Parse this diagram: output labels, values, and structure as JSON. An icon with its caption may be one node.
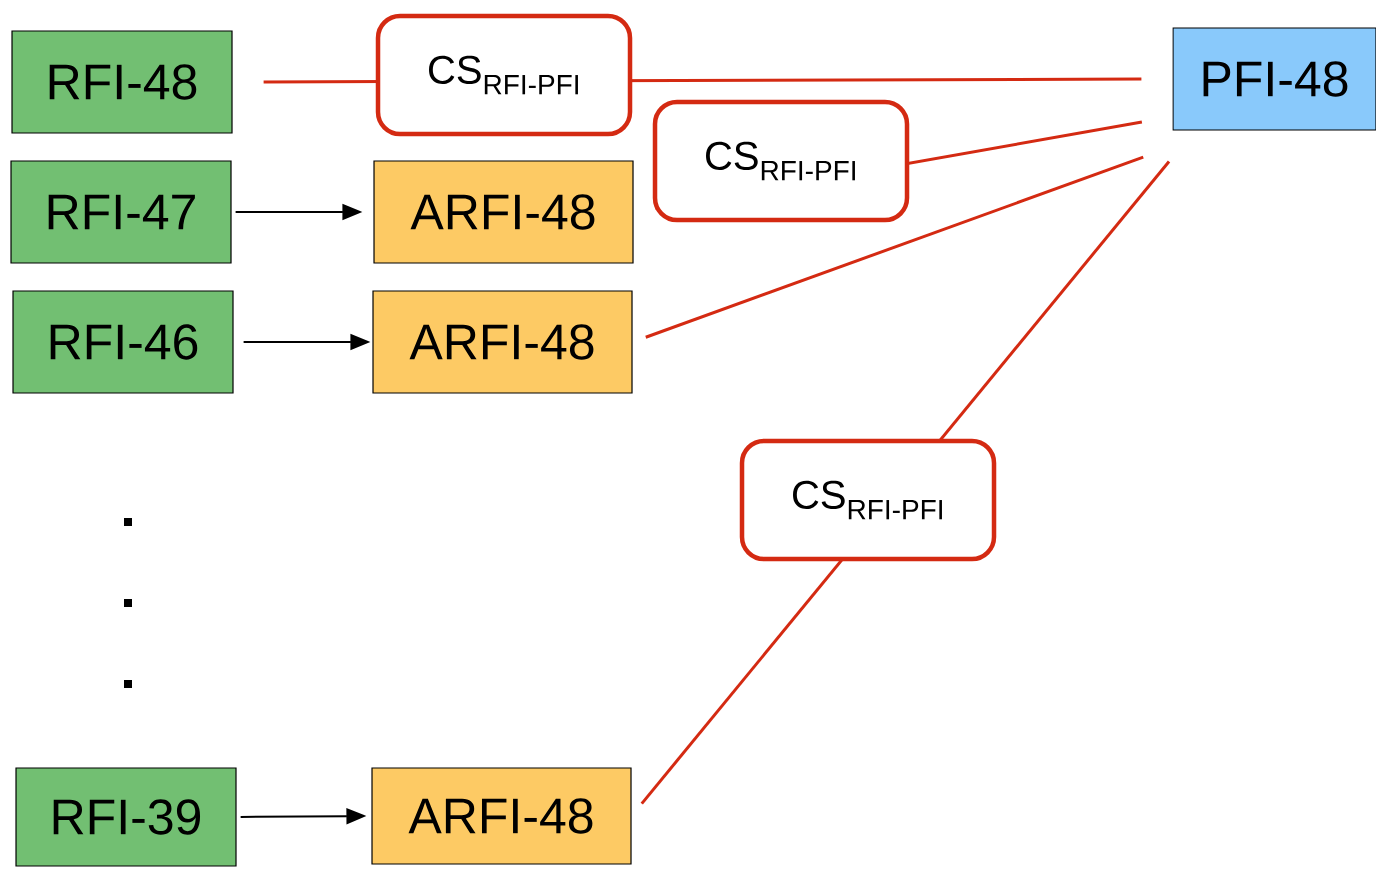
{
  "diagram": {
    "nodes": [
      {
        "text": [
          "RFI-48"
        ]
      },
      {
        "text": [
          "RFI-47"
        ]
      },
      {
        "text": [
          "ARFI-48"
        ]
      },
      {
        "text": [
          "RFI-46"
        ]
      },
      {
        "text": [
          "ARFI-48"
        ]
      },
      {
        "text": [
          "RFI-39"
        ]
      },
      {
        "text": [
          "ARFI-48"
        ]
      },
      {
        "text": [
          "PFI-48"
        ]
      }
    ],
    "edges": [
      {
        "from": 0,
        "to": 7,
        "arrow": "none",
        "label": "CS$_{RFI-PFI}$"
      },
      {
        "from": 1,
        "to": 2,
        "arrow": "to",
        "color": "#000000"
      },
      {
        "from": 2,
        "to": 7,
        "arrow": "none",
        "label": "CS$_{RFI-PFI}$"
      },
      {
        "from": 3,
        "to": 4,
        "arrow": "to",
        "color": "#000000"
      },
      {
        "from": 4,
        "to": 7,
        "arrow": "none"
      },
      {
        "from": 5,
        "to": 6,
        "arrow": "to",
        "color": "#000000"
      },
      {
        "from": 6,
        "to": 7,
        "arrow": "none",
        "label": "CS$_{RFI-PFI}$"
      }
    ]
  }
}
